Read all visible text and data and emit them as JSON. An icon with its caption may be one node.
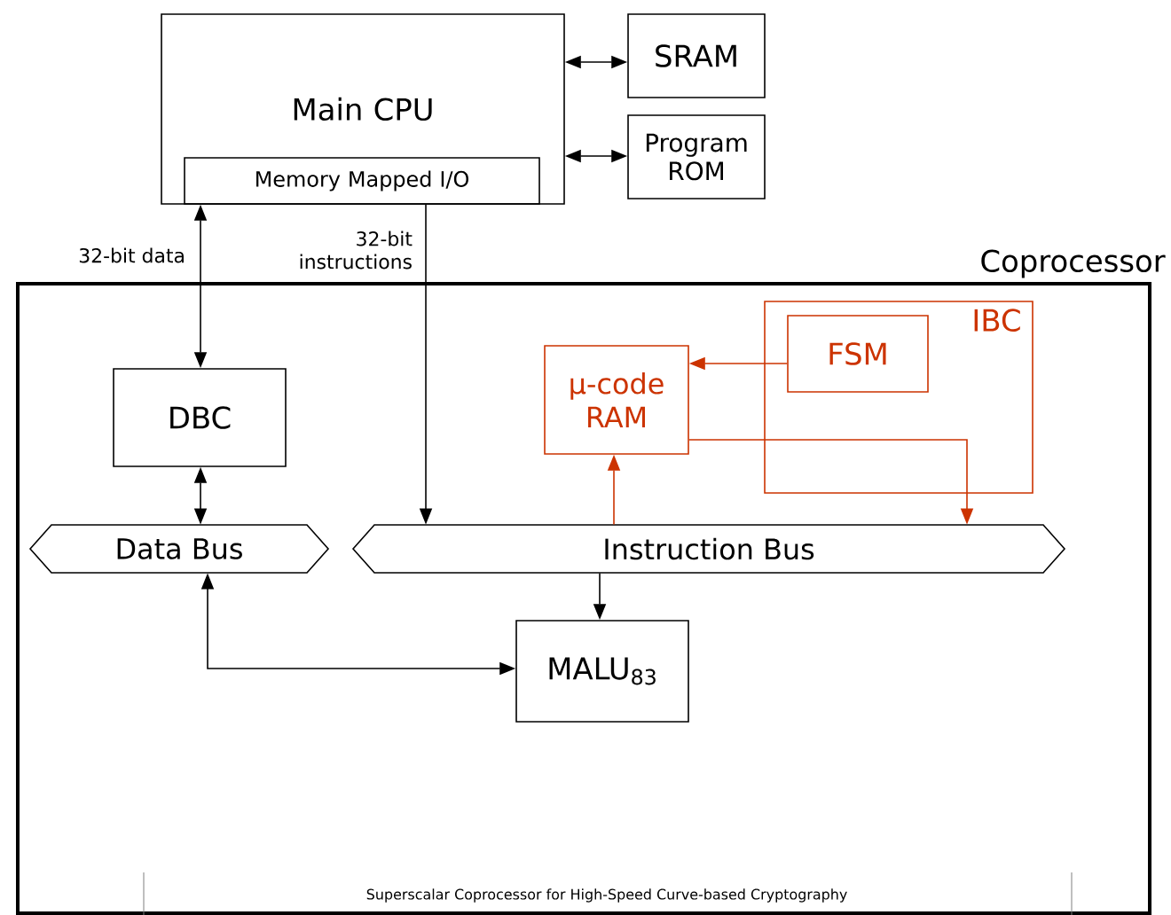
{
  "diagram": {
    "caption": "Superscalar Coprocessor for High-Speed Curve-based Cryptography",
    "nodes": [
      {
        "text": [
          "Main CPU"
        ]
      },
      {
        "text": [
          "Memory Mapped I/O"
        ],
        "in": 0
      },
      {
        "text": [
          "SRAM"
        ]
      },
      {
        "text": [
          "Program ROM"
        ]
      },
      {
        "text": [
          "Coprocessor"
        ]
      },
      {
        "text": [
          "IBC"
        ],
        "in": 4
      },
      {
        "text": [
          "FSM"
        ],
        "in": 5
      },
      {
        "text": [
          "μ-code RAM"
        ],
        "in": 4
      },
      {
        "text": [
          "DBC"
        ],
        "in": 4
      },
      {
        "text": [
          "Data Bus"
        ],
        "in": 4
      },
      {
        "text": [
          "Instruction Bus"
        ],
        "in": 4
      },
      {
        "text": [
          "MALU$_{83}$"
        ],
        "in": 4
      }
    ],
    "edges": [
      {
        "from": 0,
        "to": 2,
        "arrow": "both"
      },
      {
        "from": 0,
        "to": 3,
        "arrow": "both"
      },
      {
        "from": 8,
        "to": 1,
        "arrow": "both",
        "label": "32-bit data"
      },
      {
        "from": 1,
        "to": 10,
        "arrow": "to",
        "label": "32-bit instructions"
      },
      {
        "from": 8,
        "to": 9,
        "arrow": "both"
      },
      {
        "from": 9,
        "to": 11,
        "arrow": "both"
      },
      {
        "from": 10,
        "to": 11,
        "arrow": "to"
      },
      {
        "from": 10,
        "to": 7,
        "arrow": "to",
        "color": "#cc3300"
      },
      {
        "from": 6,
        "to": 7,
        "arrow": "to",
        "color": "#cc3300"
      },
      {
        "from": 7,
        "to": 10,
        "arrow": "to",
        "color": "#cc3300"
      }
    ]
  }
}
